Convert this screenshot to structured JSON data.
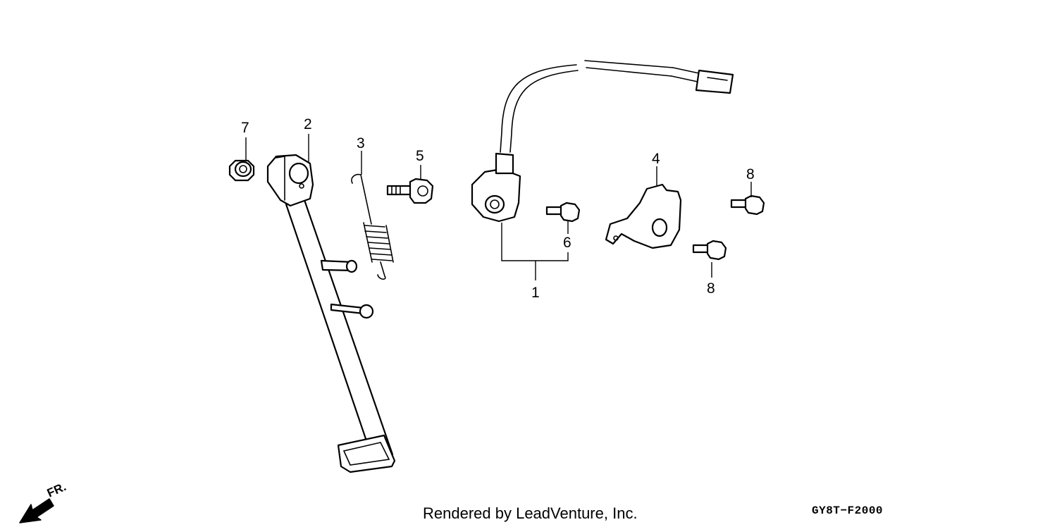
{
  "callouts": [
    {
      "id": "1",
      "label": "1"
    },
    {
      "id": "2",
      "label": "2"
    },
    {
      "id": "3",
      "label": "3"
    },
    {
      "id": "4",
      "label": "4"
    },
    {
      "id": "5",
      "label": "5"
    },
    {
      "id": "6",
      "label": "6"
    },
    {
      "id": "7",
      "label": "7"
    },
    {
      "id": "8a",
      "label": "8"
    },
    {
      "id": "8b",
      "label": "8"
    }
  ],
  "orientation": {
    "label": "FR."
  },
  "footer": {
    "credit": "Rendered by LeadVenture, Inc.",
    "diagram_code": "GY8T−F2000"
  }
}
